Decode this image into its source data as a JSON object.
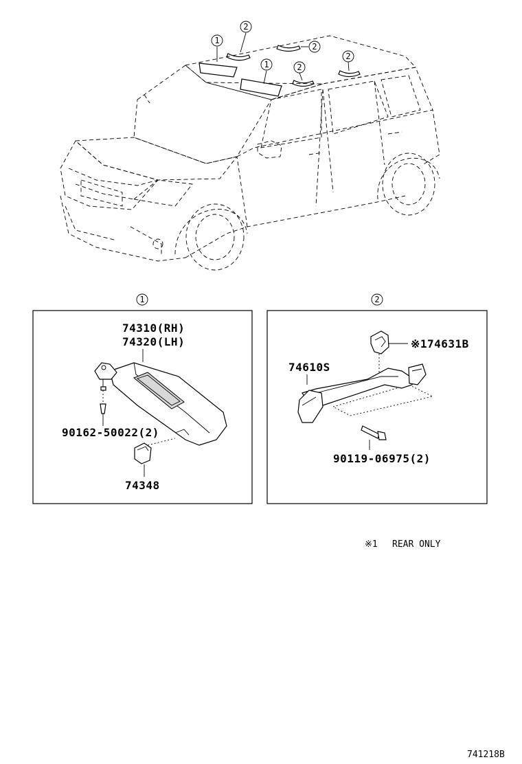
{
  "callouts": {
    "one": "1",
    "two": "2"
  },
  "panel_sun_visor": {
    "callout": "1",
    "visor_rh": "74310(RH)",
    "visor_lh": "74320(LH)",
    "screw": "90162-50022(2)",
    "holder": "74348"
  },
  "panel_assist_grip": {
    "callout": "2",
    "grip": "74610S",
    "hook_mark": "※1",
    "hook": "74631B",
    "bolt": "90119-06975(2)"
  },
  "footnote": {
    "mark": "※1",
    "text": "REAR ONLY"
  },
  "diagram_id": "741218B"
}
